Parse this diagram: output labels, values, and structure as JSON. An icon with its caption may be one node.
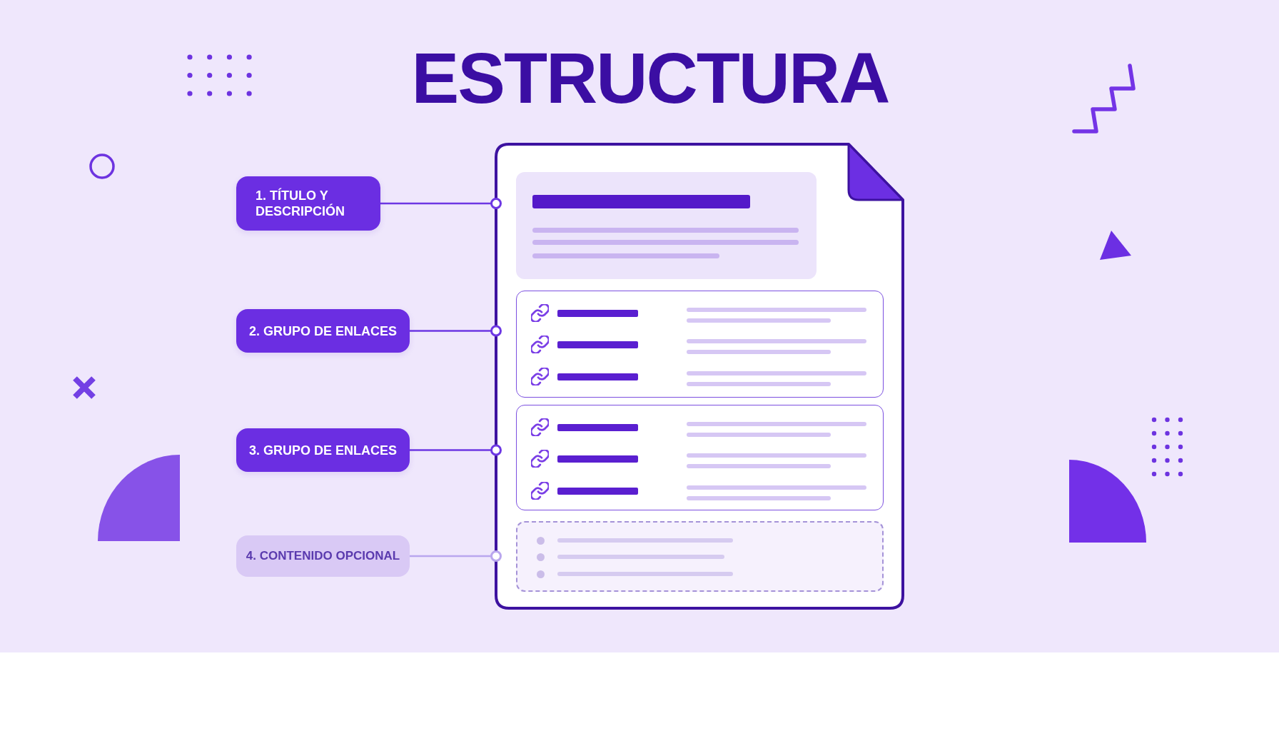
{
  "diagram": {
    "title": "ESTRUCTURA",
    "nodes": [
      {
        "text": [
          "1. TÍTULO Y DESCRIPCIÓN"
        ]
      },
      {
        "text": [
          "2. GRUPO DE ENLACES"
        ]
      },
      {
        "text": [
          "3. GRUPO DE ENLACES"
        ]
      },
      {
        "text": [
          "4. CONTENIDO OPCIONAL"
        ]
      },
      {
        "text": [],
        "shape": "document"
      }
    ],
    "edges": [
      {
        "from": 0,
        "to": 4,
        "arrow": "other"
      },
      {
        "from": 1,
        "to": 4,
        "arrow": "other"
      },
      {
        "from": 2,
        "to": 4,
        "arrow": "other"
      },
      {
        "from": 3,
        "to": 4,
        "arrow": "other",
        "color": "#b9a6ee"
      }
    ]
  }
}
